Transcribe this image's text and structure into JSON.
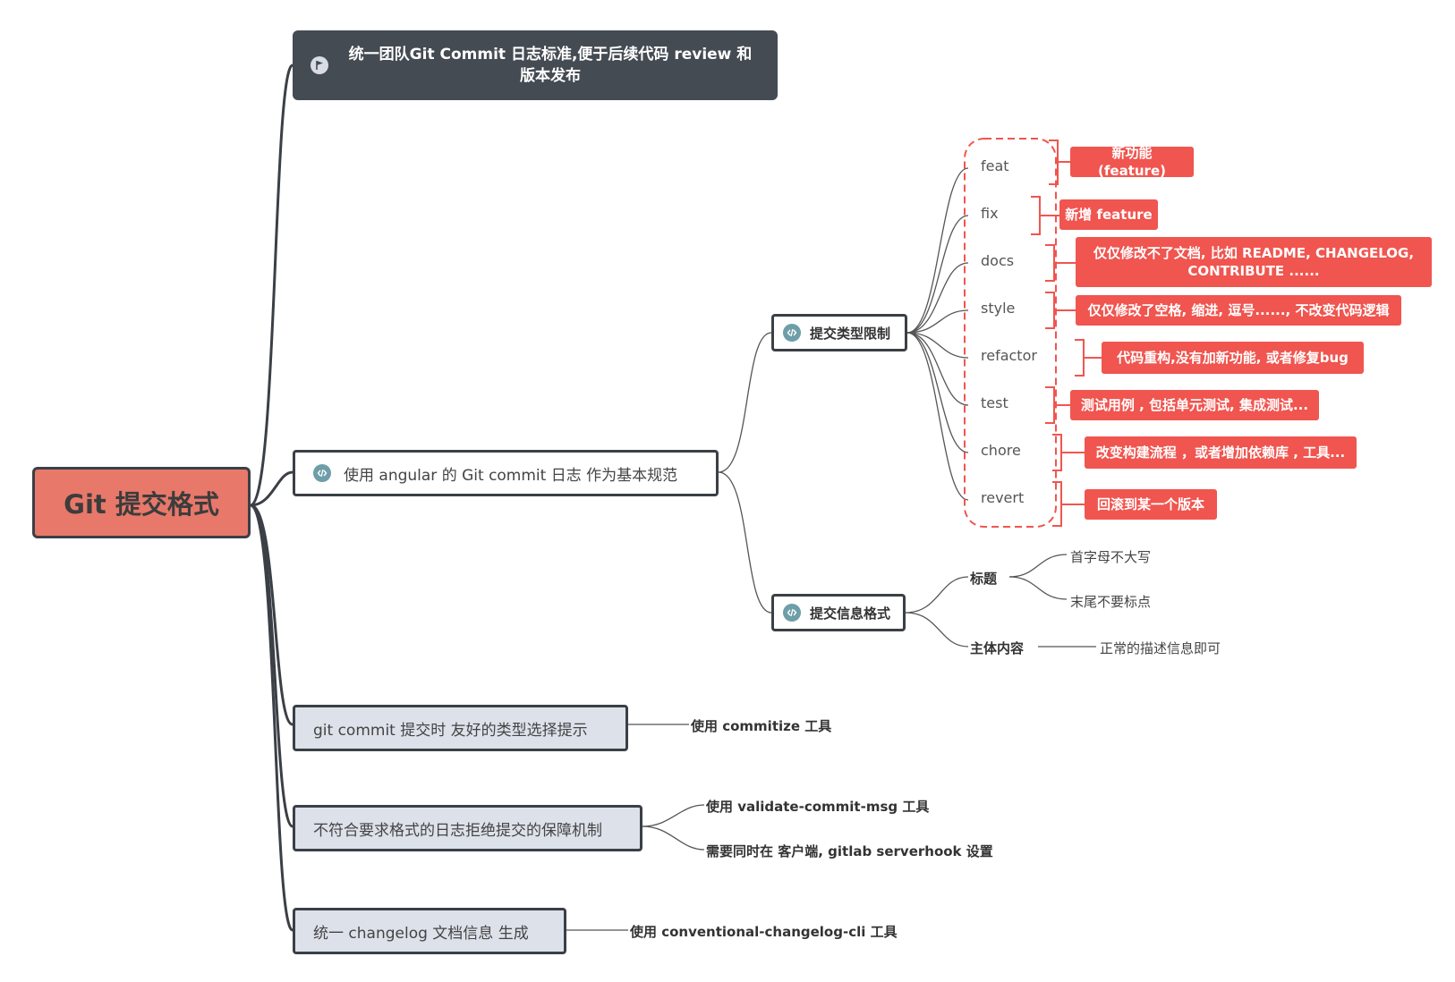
{
  "root": {
    "label": "Git 提交格式"
  },
  "goal": {
    "label": "统一团队Git Commit 日志标准,便于后续代码 review 和 版本发布"
  },
  "angular": {
    "label": "使用 angular 的 Git commit 日志 作为基本规范",
    "type_limit": {
      "label": "提交类型限制",
      "types": [
        {
          "name": "feat",
          "desc": "新功能 (feature)"
        },
        {
          "name": "fix",
          "desc": "新增 feature"
        },
        {
          "name": "docs",
          "desc": "仅仅修改不了文档, 比如 README, CHANGELOG, CONTRIBUTE ......"
        },
        {
          "name": "style",
          "desc": "仅仅修改了空格, 缩进, 逗号......, 不改变代码逻辑"
        },
        {
          "name": "refactor",
          "desc": "代码重构,没有加新功能, 或者修复bug"
        },
        {
          "name": "test",
          "desc": "测试用例 , 包括单元测试, 集成测试..."
        },
        {
          "name": "chore",
          "desc": "改变构建流程 ，或者增加依赖库 , 工具..."
        },
        {
          "name": "revert",
          "desc": "回滚到某一个版本"
        }
      ]
    },
    "msg_format": {
      "label": "提交信息格式",
      "title": {
        "label": "标题",
        "rules": [
          "首字母不大写",
          "末尾不要标点"
        ]
      },
      "body": {
        "label": "主体内容",
        "rule": "正常的描述信息即可"
      }
    }
  },
  "commitizen": {
    "label": "git commit 提交时 友好的类型选择提示",
    "tool": "使用 commitize  工具"
  },
  "validate": {
    "label": "不符合要求格式的日志拒绝提交的保障机制",
    "items": [
      "使用 validate-commit-msg 工具",
      "需要同时在 客户端, gitlab serverhook 设置"
    ]
  },
  "changelog": {
    "label": "统一 changelog 文档信息 生成",
    "tool": "使用 conventional-changelog-cli 工具"
  },
  "colors": {
    "root": "#e8786a",
    "dark": "#454b53",
    "accent_red": "#f0554f",
    "node_grey": "#dde1ea",
    "icon_teal": "#6e9ea8"
  },
  "icons": {
    "goal": "flag-icon",
    "topic": "code-icon"
  }
}
